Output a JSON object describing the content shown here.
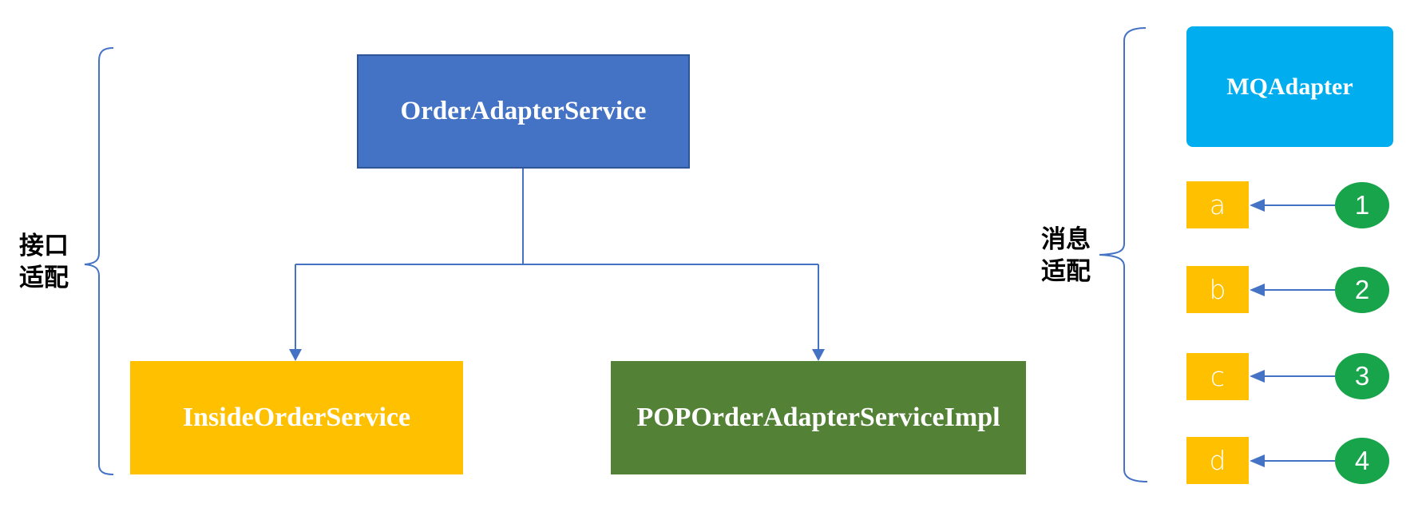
{
  "diagram": {
    "left_section": {
      "brace_label": "接口\n适配",
      "root_node": {
        "label": "OrderAdapterService",
        "fill": "#4472C4",
        "border": "#2F5597"
      },
      "children": [
        {
          "label": "InsideOrderService",
          "fill": "#FFC000"
        },
        {
          "label": "POPOrderAdapterServiceImpl",
          "fill": "#538135"
        }
      ]
    },
    "right_section": {
      "brace_label": "消息\n适配",
      "adapter_node": {
        "label": "MQAdapter",
        "fill": "#00AEEF"
      },
      "rows": [
        {
          "letter": "a",
          "number": "1"
        },
        {
          "letter": "b",
          "number": "2"
        },
        {
          "letter": "c",
          "number": "3"
        },
        {
          "letter": "d",
          "number": "4"
        }
      ],
      "row_box_fill": "#FFC000",
      "circle_fill": "#18A44B"
    },
    "colors": {
      "connector": "#4472C4",
      "label_text": "#000000",
      "node_text": "#FFFFFF"
    }
  }
}
